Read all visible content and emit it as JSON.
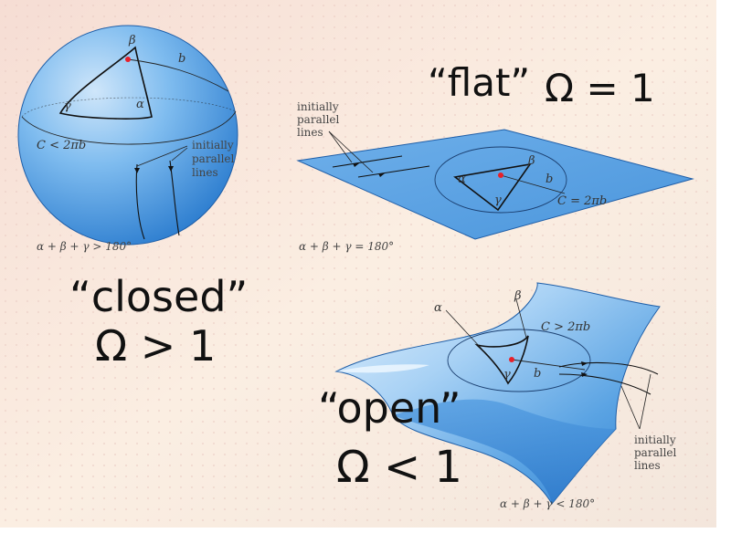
{
  "sphere": {
    "labels": {
      "beta": "β",
      "gamma": "γ",
      "alpha": "α",
      "b": "b",
      "circumference": "C < 2πb",
      "parallel_line1": "initially",
      "parallel_line2": "parallel",
      "parallel_line3": "lines"
    },
    "angle_sum": "α + β + γ > 180°",
    "title": "“closed”",
    "omega": "Ω > 1"
  },
  "flat": {
    "title": "“flat”",
    "omega": "Ω = 1",
    "labels": {
      "parallel_line1": "initially",
      "parallel_line2": "parallel",
      "parallel_line3": "lines",
      "alpha": "α",
      "beta": "β",
      "gamma": "γ",
      "b": "b",
      "circumference": "C = 2πb"
    },
    "angle_sum": "α + β + γ = 180°"
  },
  "open": {
    "labels": {
      "alpha": "α",
      "beta": "β",
      "gamma": "γ",
      "b": "b",
      "circumference": "C > 2πb",
      "parallel_line1": "initially",
      "parallel_line2": "parallel",
      "parallel_line3": "lines"
    },
    "title": "“open”",
    "omega": "Ω < 1",
    "angle_sum": "α + β + γ < 180°"
  },
  "colors": {
    "surface_light": "#d8ecfb",
    "surface_mid": "#7fbcef",
    "surface_dark": "#3d8ad6",
    "center_dot": "#e8202a"
  }
}
